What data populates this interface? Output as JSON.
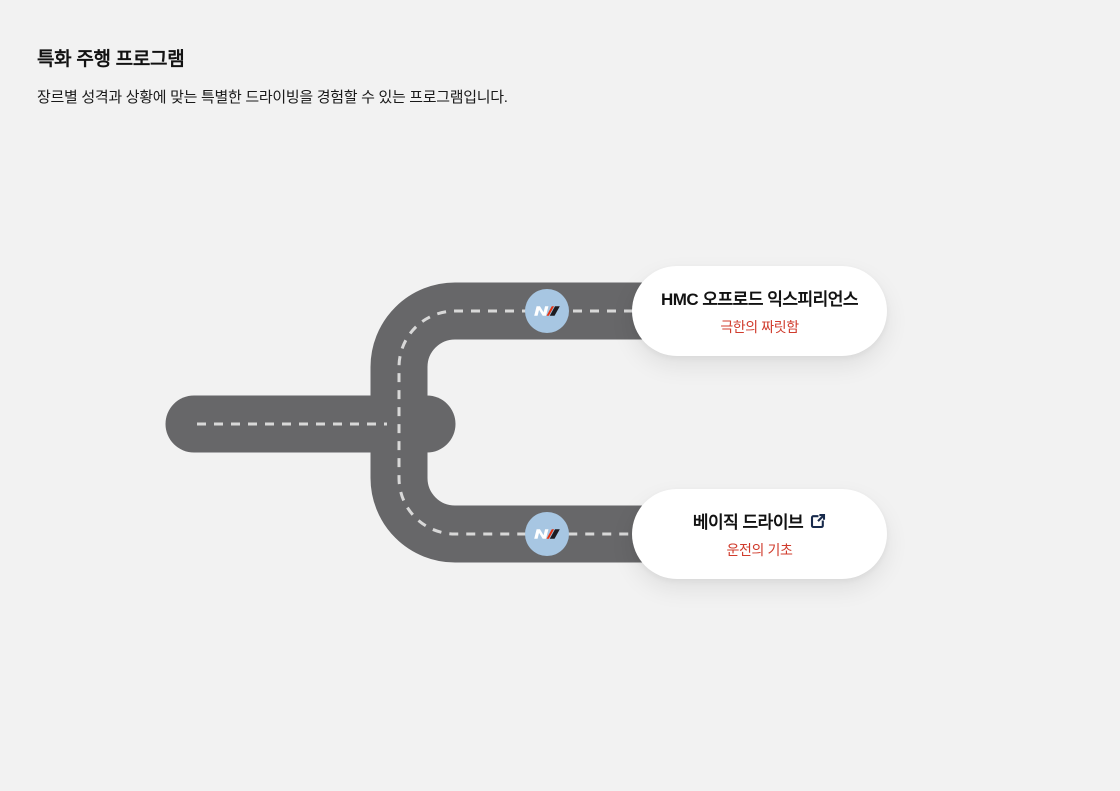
{
  "header": {
    "title": "특화 주행 프로그램",
    "description": "장르별 성격과 상황에 맞는 특별한 드라이빙을 경험할 수 있는 프로그램입니다."
  },
  "diagram": {
    "type": "road-fork",
    "badge_logo": "hyundai-n-logo",
    "branches": [
      {
        "position": "top",
        "title": "HMC 오프로드 익스피리언스",
        "subtitle": "극한의 짜릿함",
        "has_external_link": false
      },
      {
        "position": "bottom",
        "title": "베이직 드라이브",
        "subtitle": "운전의 기초",
        "has_external_link": true
      }
    ]
  },
  "colors": {
    "background": "#f2f2f2",
    "road": "#676769",
    "dash": "#d8d8d8",
    "badge_blue": "#a7c6e2",
    "accent_red": "#d03c2d",
    "link_navy": "#182a4c",
    "text_dark": "#121212",
    "card_white": "#ffffff",
    "n_red": "#e63312",
    "n_dark": "#1c1b20"
  }
}
